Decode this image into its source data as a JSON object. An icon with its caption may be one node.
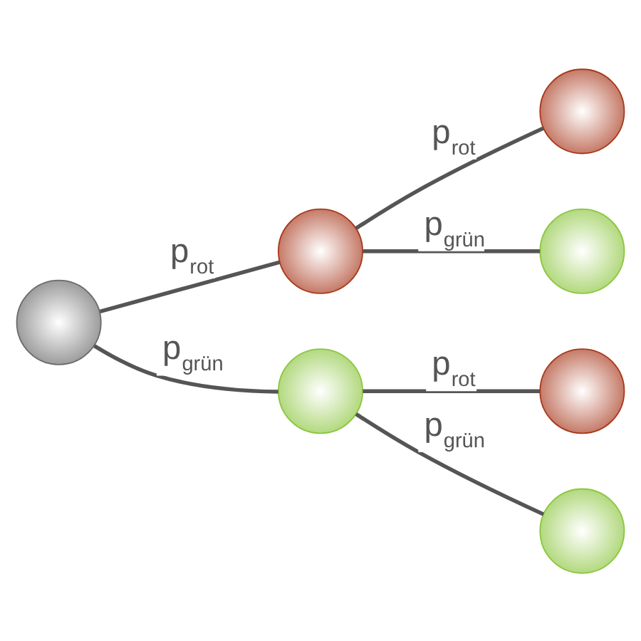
{
  "diagram": {
    "nodes": [
      {
        "text": [],
        "shape": "circle"
      },
      {
        "text": [],
        "shape": "circle"
      },
      {
        "text": [],
        "shape": "circle"
      },
      {
        "text": [],
        "shape": "circle"
      },
      {
        "text": [],
        "shape": "circle"
      },
      {
        "text": [],
        "shape": "circle"
      },
      {
        "text": [],
        "shape": "circle"
      }
    ],
    "edges": [
      {
        "from": 0,
        "to": 1,
        "arrow": "none",
        "label": "p$_{rot}$"
      },
      {
        "from": 0,
        "to": 2,
        "arrow": "none",
        "label": "p$_{grün}$"
      },
      {
        "from": 1,
        "to": 3,
        "arrow": "none",
        "label": "p$_{rot}$"
      },
      {
        "from": 1,
        "to": 4,
        "arrow": "none",
        "label": "p$_{grün}$"
      },
      {
        "from": 2,
        "to": 5,
        "arrow": "none",
        "label": "p$_{rot}$"
      },
      {
        "from": 2,
        "to": 6,
        "arrow": "none",
        "label": "p$_{grün}$"
      }
    ]
  }
}
